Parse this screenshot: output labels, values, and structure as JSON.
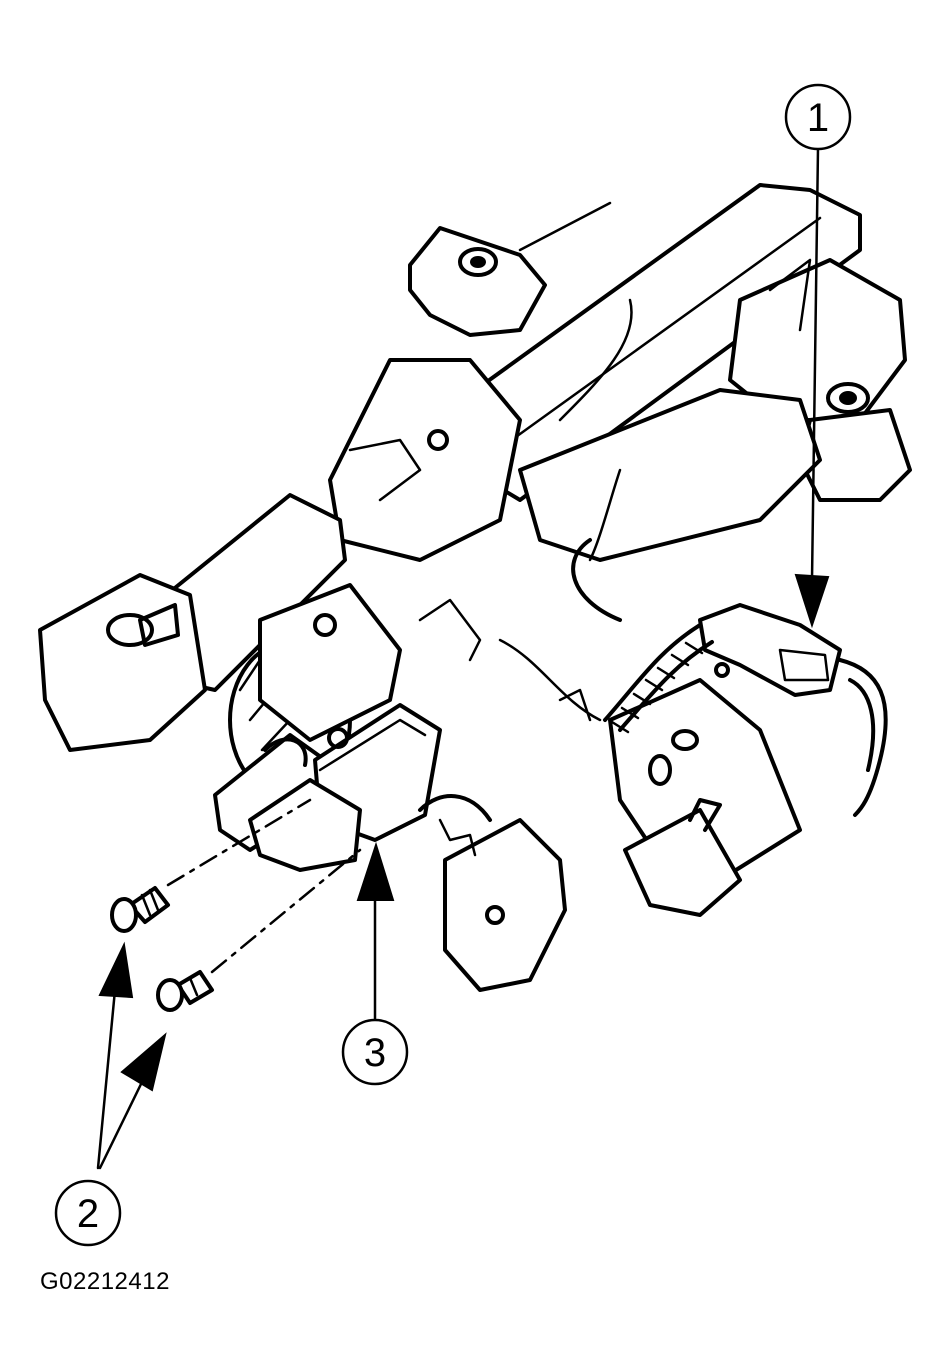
{
  "callouts": [
    {
      "id": "1",
      "label": "1"
    },
    {
      "id": "2",
      "label": "2"
    },
    {
      "id": "3",
      "label": "3"
    }
  ],
  "figure_code": "G02212412"
}
